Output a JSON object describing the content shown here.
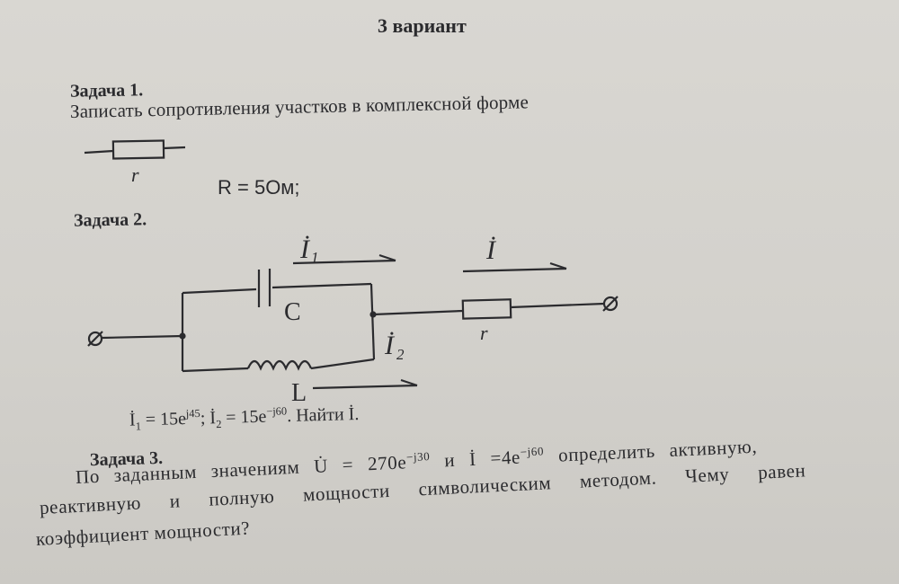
{
  "variant_title": "3 вариант",
  "task1": {
    "heading": "Задача 1.",
    "text": "Записать сопротивления участков в комплексной форме",
    "resistor_label": "r",
    "value": "R = 5Ом;"
  },
  "task2": {
    "heading": "Задача 2.",
    "circuit_labels": {
      "current1": "İ",
      "current1_sub": "1",
      "current_total": "İ",
      "capacitor": "C",
      "current2": "İ",
      "current2_sub": "2",
      "resistor": "r",
      "inductor": "L"
    },
    "given": {
      "i1": "İ",
      "i1_sub": "1",
      "i1_eq": " = 15e",
      "i1_exp": "j45",
      "sep": "; ",
      "i2": "İ",
      "i2_sub": "2",
      "i2_eq": " = 15e",
      "i2_exp": "−j60",
      "find": ". Найти İ."
    }
  },
  "task3": {
    "heading": "Задача 3.",
    "line1_a": "По заданным значениям  U̇ = 270e",
    "line1_exp1": "−j30",
    "line1_b": " и  İ =4e",
    "line1_exp2": "−j60",
    "line1_c": " определить активную,",
    "line2": "реактивную и полную мощности символическим методом. Чему равен",
    "line3": "коэффициент мощности?"
  }
}
